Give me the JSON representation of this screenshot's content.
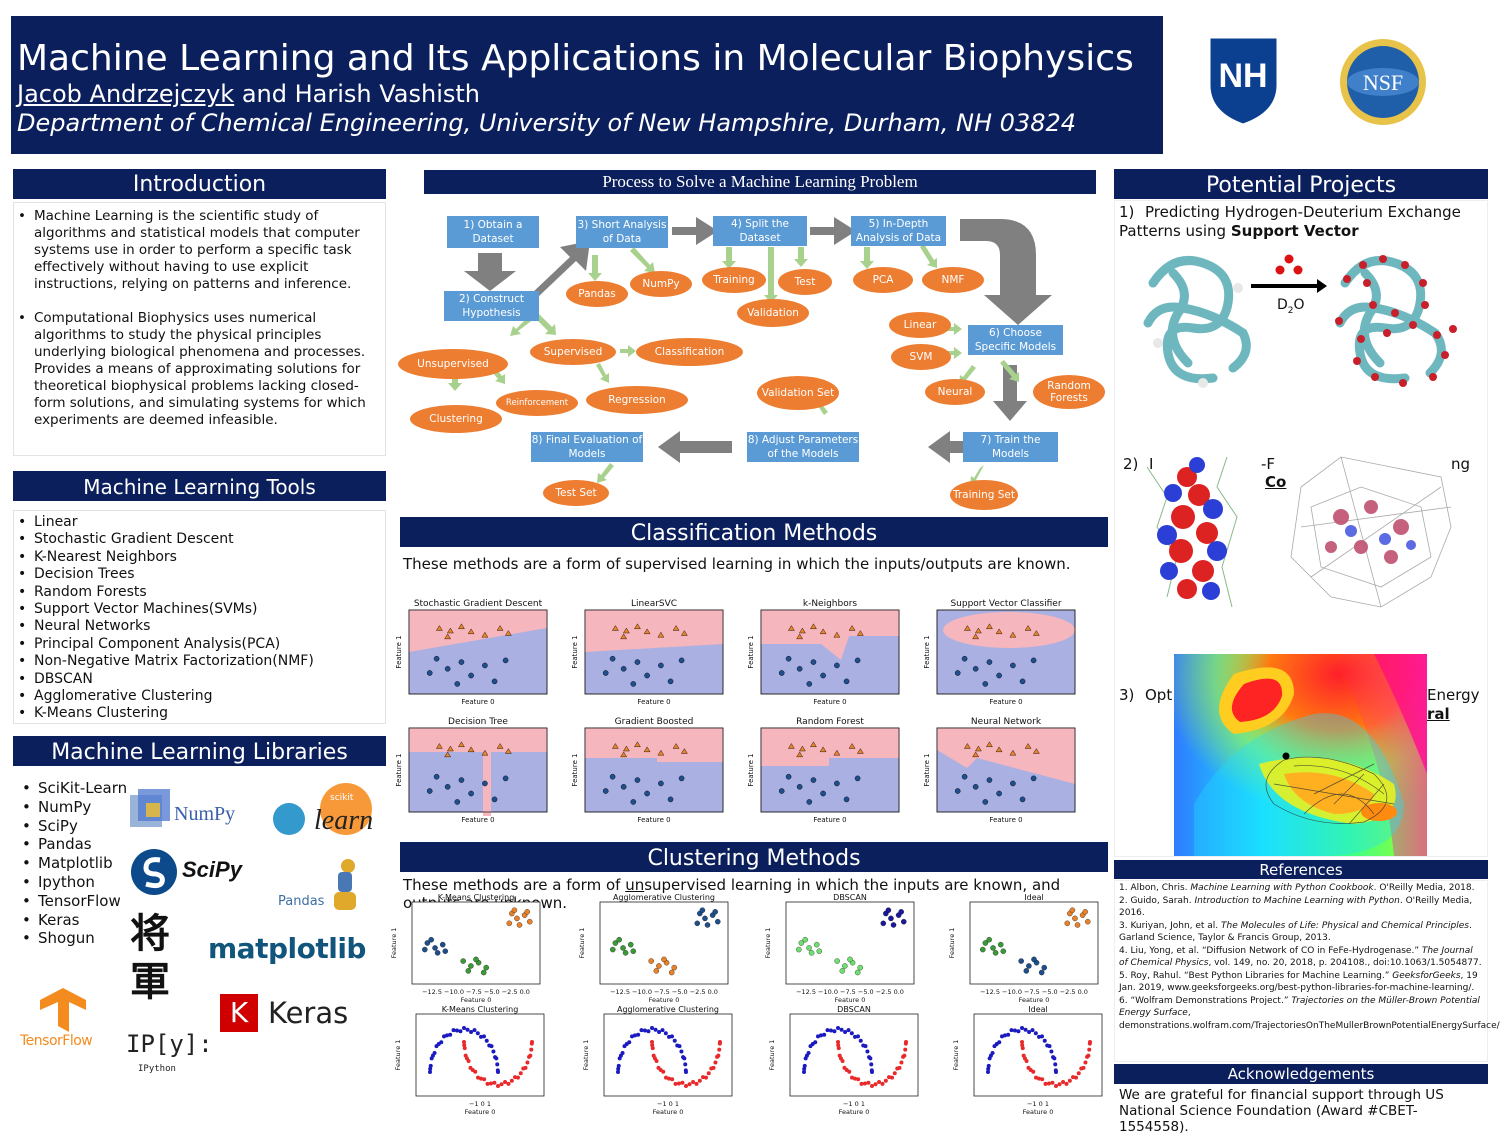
{
  "header": {
    "title": "Machine Learning and Its Applications in Molecular Biophysics",
    "author1": "Jacob Andrzejczyk",
    "authors_rest": " and Harish Vashisth",
    "affiliation": "Department of Chemical Engineering, University of New Hampshire, Durham, NH 03824",
    "logo_unh": "NH",
    "logo_nsf": "NSF"
  },
  "intro": {
    "heading": "Introduction",
    "bullets": [
      "Machine Learning is the scientific study of algorithms and statistical models that computer systems use in order to perform a specific task effectively without having to use explicit instructions, relying on patterns and inference.",
      "Computational Biophysics uses numerical algorithms to study the physical principles underlying biological phenomena and processes. Provides a means of approximating solutions for theoretical biophysical problems lacking closed-form solutions, and simulating systems for which experiments are deemed infeasible."
    ]
  },
  "tools": {
    "heading": "Machine Learning Tools",
    "items": [
      "Linear",
      "Stochastic Gradient Descent",
      "K-Nearest Neighbors",
      "Decision Trees",
      "Random Forests",
      "Support Vector Machines(SVMs)",
      "Neural Networks",
      "Principal Component Analysis(PCA)",
      "Non-Negative Matrix Factorization(NMF)",
      "DBSCAN",
      "Agglomerative Clustering",
      "K-Means Clustering"
    ]
  },
  "libraries": {
    "heading": "Machine Learning Libraries",
    "items": [
      "SciKit-Learn",
      "NumPy",
      "SciPy",
      "Pandas",
      "Matplotlib",
      "Ipython",
      "TensorFlow",
      "Keras",
      "Shogun"
    ],
    "logo_numpy": "NumPy",
    "logo_scikit_small": "scikit",
    "logo_scikit": "learn",
    "logo_scipy": "SciPy",
    "logo_pandas": "Pandas",
    "logo_shogun": "将\n軍",
    "logo_matplotlib": "matplotlib",
    "logo_keras_k": "K",
    "logo_keras": "Keras",
    "logo_tensorflow": "TensorFlow",
    "logo_ipython": "IP[y]:",
    "logo_ipython_sub": "IPython"
  },
  "process": {
    "heading": "Process to Solve a Machine Learning Problem",
    "boxes": {
      "b1": "1) Obtain a Dataset",
      "b2": "2) Construct Hypothesis",
      "b3": "3) Short Analysis of Data",
      "b4": "4) Split the Dataset",
      "b5": "5) In-Depth Analysis of Data",
      "b6": "6) Choose Specific Models",
      "b7": "7) Train the Models",
      "b8a": "8) Adjust Parameters of the Models",
      "b8b": "8) Final Evaluation of Models"
    },
    "ovals": {
      "pandas": "Pandas",
      "numpy": "NumPy",
      "training": "Training",
      "test": "Test",
      "validation": "Validation",
      "pca": "PCA",
      "nmf": "NMF",
      "unsupervised": "Unsupervised",
      "supervised": "Supervised",
      "classification": "Classification",
      "reinforcement": "Reinforcement",
      "regression": "Regression",
      "clustering": "Clustering",
      "linear": "Linear",
      "svm": "SVM",
      "neural": "Neural",
      "random_forests": "Random Forests",
      "validation_set": "Validation Set",
      "test_set": "Test Set",
      "training_set": "Training Set"
    }
  },
  "classification": {
    "heading": "Classification Methods",
    "desc": "These methods are a form of supervised learning in which the inputs/outputs are known.",
    "plots": [
      "Stochastic Gradient Descent",
      "LinearSVC",
      "k-Neighbors",
      "Support Vector Classifier",
      "Decision Tree",
      "Gradient Boosted",
      "Random Forest",
      "Neural Network"
    ],
    "xlabel": "Feature 0",
    "ylabel": "Feature 1"
  },
  "clustering": {
    "heading": "Clustering Methods",
    "desc_pre": "These methods are a form of ",
    "desc_un": "un",
    "desc_post": "supervised learning in which the inputs are known, and outputs are unknown.",
    "plots": [
      "K-Means Clustering",
      "Agglomerative Clustering",
      "DBSCAN",
      "Ideal",
      "K-Means Clustering",
      "Agglomerative Clustering",
      "DBSCAN",
      "Ideal"
    ],
    "xlabel": "Feature 0",
    "ylabel": "Feature 1",
    "ticks_x_blob": "−12.5 −10.0 −7.5 −5.0 −2.5  0.0",
    "ticks_x_moon": "−1    0    1"
  },
  "projects": {
    "heading": "Potential Projects",
    "p1_num": "1)",
    "p1_text": "Predicting Hydrogen-Deuterium Exchange Patterns using ",
    "p1_bold": "Support Vector",
    "d2o": "D",
    "d2o_sub": "2",
    "d2o_tail": "O",
    "p2_num": "2)",
    "p2_frag1": "I",
    "p2_frag2": "-F",
    "p2_frag3": "ng",
    "p2_frag4": "Co",
    "p3_num": "3)",
    "p3_frag1": "Opt",
    "p3_frag2": "Energy",
    "p3_frag3": "ral"
  },
  "references": {
    "heading": "References",
    "items": [
      {
        "pre": "1. Albon, Chris. ",
        "it": "Machine Learning with Python Cookbook",
        "post": ". O'Reilly Media, 2018."
      },
      {
        "pre": "2. Guido, Sarah. ",
        "it": "Introduction to Machine Learning with Python",
        "post": ". O'Reilly Media, 2016."
      },
      {
        "pre": "3. Kuriyan, John, et al. ",
        "it": "The Molecules of Life: Physical and Chemical Principles",
        "post": ". Garland Science, Taylor & Francis Group, 2013."
      },
      {
        "pre": "4. Liu, Yong, et al. “Diffusion Network of CO in FeFe-Hydrogenase.” ",
        "it": "The Journal of Chemical Physics",
        "post": ", vol. 149, no. 20, 2018, p. 204108., doi:10.1063/1.5054877."
      },
      {
        "pre": "5. Roy, Rahul. “Best Python Libraries for Machine Learning.” ",
        "it": "GeeksforGeeks",
        "post": ", 19 Jan. 2019, www.geeksforgeeks.org/best-python-libraries-for-machine-learning/."
      },
      {
        "pre": "6. “Wolfram Demonstrations Project.” ",
        "it": "Trajectories on the Müller-Brown Potential Energy Surface",
        "post": ", demonstrations.wolfram.com/TrajectoriesOnTheMullerBrownPotentialEnergySurface/."
      }
    ]
  },
  "ack": {
    "heading": "Acknowledgements",
    "text": "We are grateful for financial support through US National Science Foundation (Award #CBET-1554558)."
  },
  "colors": {
    "navy": "#0b1f5c",
    "flow_box": "#5b9bd5",
    "flow_oval": "#ed7d31",
    "class_red": "#f6b6bd",
    "class_blue": "#aab0e2"
  }
}
